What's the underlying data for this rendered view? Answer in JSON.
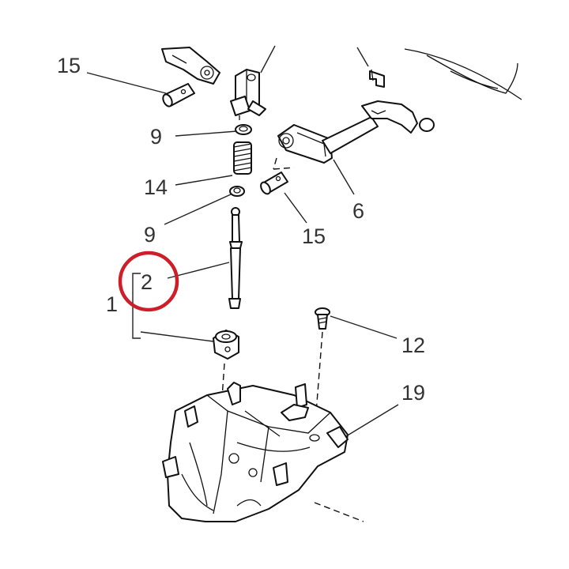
{
  "labels": {
    "l15a": "15",
    "l9a": "9",
    "l14": "14",
    "l9b": "9",
    "l2": "2",
    "l1": "1",
    "l6": "6",
    "l15b": "15",
    "l12": "12",
    "l19": "19"
  },
  "colors": {
    "highlight": "#cc1f2a",
    "ink": "#111111",
    "label": "#333333"
  },
  "highlighted_part": "2"
}
